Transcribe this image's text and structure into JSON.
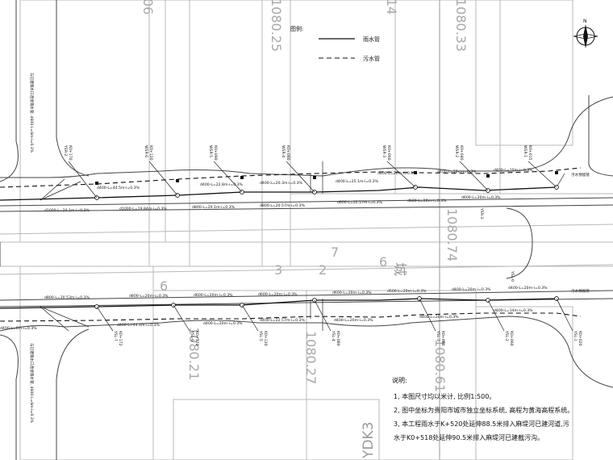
{
  "legend": {
    "title": "图例:",
    "rain": "雨水管",
    "sewage": "污水管"
  },
  "notes": {
    "title": "说明:",
    "lines": [
      "1, 本图尺寸均以米计, 比例1:500。",
      "2, 图中坐标为贵阳市城市独立坐标系统, 高程为黄海高程系统。",
      "3, 本工程雨水于K+520处延伸88.5米排入麻堤河已建河道,污",
      "   水于K0+518处延伸90.5米排入麻堤河已建截污沟。"
    ]
  },
  "elevations": [
    "1080.25",
    "1080.33",
    "1080.74",
    "1080.21",
    "1080.27",
    "1080.61"
  ],
  "faint_numbers": [
    "06",
    "14",
    "3",
    "2",
    "7",
    "6",
    "6"
  ],
  "road_name": "YDK3",
  "road_glyph": "城",
  "north_mark": "N",
  "top_manholes": [
    {
      "code": "WSR-1",
      "sta": "K0+015"
    },
    {
      "code": "WSR-2",
      "sta": "K0+040"
    },
    {
      "code": "WSR-3",
      "sta": "K0+060"
    },
    {
      "code": "WSR-4",
      "sta": "K0+080"
    },
    {
      "code": "WSR-5",
      "sta": "K0+090"
    },
    {
      "code": "WSR-6",
      "sta": "K0+120"
    },
    {
      "code": "YSR-2",
      "sta": "K0+170"
    }
  ],
  "bottom_manholes": [
    {
      "code": "YSL-1",
      "sta": "K0+020"
    },
    {
      "code": "YSL-2",
      "sta": "K0+060"
    },
    {
      "code": "YSL-3",
      "sta": "K0+080"
    },
    {
      "code": "YSL-4",
      "sta": "K0+080"
    },
    {
      "code": "YSL-5",
      "sta": "K0+120"
    },
    {
      "code": "YSL-6",
      "sta": "K0+170"
    },
    {
      "code": "YSL-7",
      "sta": "K0+172"
    }
  ],
  "top_pipe_labels": [
    "d400-L=10m-i=0.3%",
    "d400-L=50m-i=0.3%",
    "d400-L=20m-i=0.3%",
    "d400-L=25.1m-i=0.3%",
    "d400-L=20.3m-i=0.3%",
    "d400-L=22.8m-i=0.3%",
    "d400-L=44.5m-i=0.3%"
  ],
  "mid_pipe_labels": [
    "d1000-L=20.1m-i=0.3%",
    "d1000-L=19.84m-i=0.3%",
    "d800-L=20.1m-i=0.3%",
    "d800-L=20.57m-i=0.3%",
    "d600-L=20.57m-i=0.3%",
    "d600-L=20m-i=0.3%",
    "d600-L=20m-i=0.3%"
  ],
  "lower_pipe_labels": [
    "d800-L=20.53m-i=0.3%",
    "d800-L=20m-i=0.3%",
    "d600-L=20m-i=0.3%",
    "d600-L=20m-i=0.3%",
    "d600-L=20m-i=0.3%",
    "d500-L=20m-i=0.3%",
    "d400-L=20m-i=0.3%",
    "d400-L=20m-i=0.3%"
  ],
  "bottom_pipe_labels": [
    "d400-L=6m-i=0.3%",
    "d400-L=44.4m-i=0.3%",
    "d400-L=20m-i=0.3%",
    "d400-L=22.57m-i=0.3%",
    "d400-L=20m-i=0.3%",
    "d400-L=20m-i=0.3%",
    "d400-L=14m-i=0.3%"
  ],
  "sewage_outfall_labels": [
    "污水预留管",
    "污水预留管"
  ],
  "junction_labels": [
    "YSR-3",
    "YSL-0"
  ],
  "left_notes": [
    "与已建雨水口连接雨水管, d600-L=6m-i=0.3%",
    "与已建雨水口连接雨水管, d600-L=6m-i=0.3%"
  ]
}
